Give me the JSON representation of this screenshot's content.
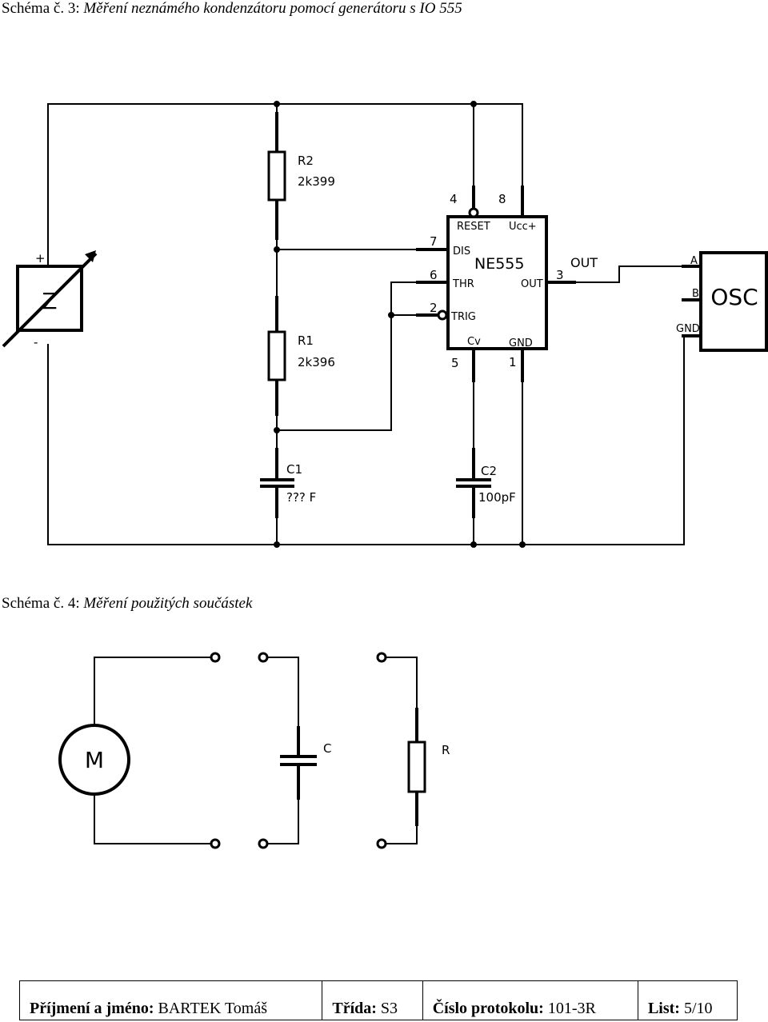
{
  "captions": {
    "schema3_prefix": "Schéma č. 3: ",
    "schema3_title": "Měření neznámého kondenzátoru pomocí generátoru s IO 555",
    "schema4_prefix": "Schéma č. 4: ",
    "schema4_title": "Měření použitých součástek"
  },
  "schema3": {
    "source": {
      "label": "Z",
      "plus": "+",
      "minus": "-"
    },
    "r2": {
      "name": "R2",
      "value": "2k399"
    },
    "r1": {
      "name": "R1",
      "value": "2k396"
    },
    "c1": {
      "name": "C1",
      "value": "??? F"
    },
    "c2": {
      "name": "C2",
      "value": "100pF"
    },
    "ic": {
      "name": "NE555",
      "pins": {
        "reset": "RESET",
        "ucc": "Ucc+",
        "dis": "DIS",
        "thr": "THR",
        "trig": "TRIG",
        "out": "OUT",
        "cv": "Cv",
        "gnd": "GND"
      },
      "pin_numbers": {
        "p4": "4",
        "p8": "8",
        "p7": "7",
        "p6": "6",
        "p2": "2",
        "p3": "3",
        "p5": "5",
        "p1": "1"
      },
      "out_label": "OUT"
    },
    "osc": {
      "label": "OSC",
      "a": "A",
      "b": "B",
      "gnd": "GND"
    }
  },
  "schema4": {
    "meter": "M",
    "c": "C",
    "r": "R"
  },
  "footer": {
    "name_label": "Příjmení a jméno:",
    "name_value": "BARTEK Tomáš",
    "class_label": "Třída:",
    "class_value": "S3",
    "protocol_label": "Číslo protokolu:",
    "protocol_value": "101-3R",
    "sheet_label": "List:",
    "sheet_value": "5/10"
  }
}
